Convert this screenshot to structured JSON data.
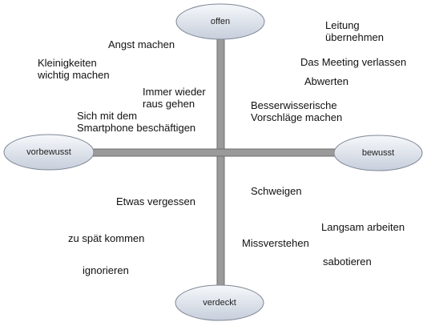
{
  "axes": {
    "top": "offen",
    "bottom": "verdeckt",
    "left": "vorbewusst",
    "right": "bewusst"
  },
  "items": [
    {
      "id": "leitung",
      "lines": [
        "Leitung",
        "übernehmen"
      ]
    },
    {
      "id": "angst",
      "lines": [
        "Angst machen"
      ]
    },
    {
      "id": "kleinigkeiten",
      "lines": [
        "Kleinigkeiten",
        "wichtig machen"
      ]
    },
    {
      "id": "meeting",
      "lines": [
        "Das Meeting verlassen"
      ]
    },
    {
      "id": "abwerten",
      "lines": [
        "Abwerten"
      ]
    },
    {
      "id": "immer",
      "lines": [
        "Immer wieder",
        "raus gehen"
      ]
    },
    {
      "id": "besserwisser",
      "lines": [
        "Besserwisserische",
        "Vorschläge machen"
      ]
    },
    {
      "id": "smartphone",
      "lines": [
        "Sich mit dem",
        "Smartphone beschäftigen"
      ]
    },
    {
      "id": "vergessen",
      "lines": [
        "Etwas vergessen"
      ]
    },
    {
      "id": "schweigen",
      "lines": [
        "Schweigen"
      ]
    },
    {
      "id": "langsam",
      "lines": [
        "Langsam arbeiten"
      ]
    },
    {
      "id": "spaet",
      "lines": [
        "zu spät kommen"
      ]
    },
    {
      "id": "missverstehen",
      "lines": [
        "Missverstehen"
      ]
    },
    {
      "id": "sabotieren",
      "lines": [
        "sabotieren"
      ]
    },
    {
      "id": "ignorieren",
      "lines": [
        "ignorieren"
      ]
    }
  ],
  "colors": {
    "axis_fill": "#9a9a9a",
    "axis_edge": "#6e6e6e",
    "node_fill_light": "#f4f6fa",
    "node_fill_dark": "#c9d0dc",
    "node_edge": "#7f8896"
  }
}
